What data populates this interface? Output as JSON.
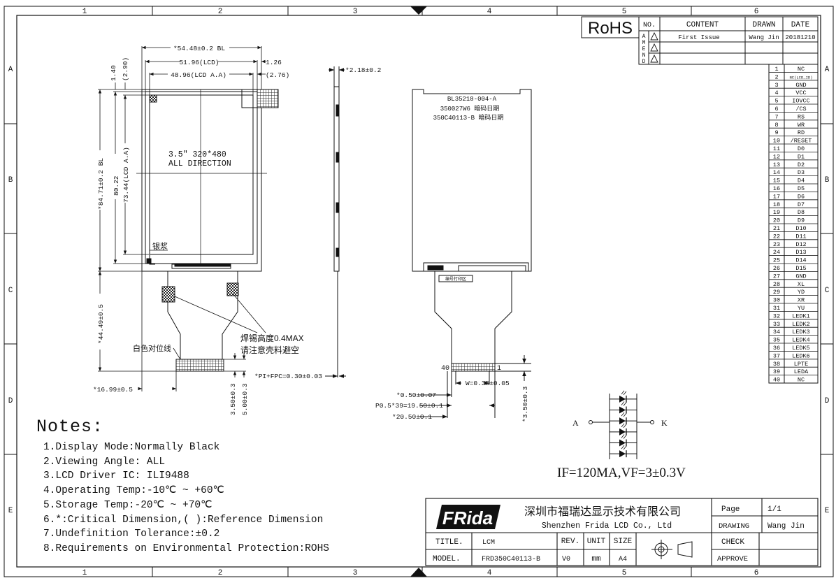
{
  "border": {
    "columns": [
      "1",
      "2",
      "3",
      "4",
      "5",
      "6"
    ],
    "rows": [
      "A",
      "B",
      "C",
      "D",
      "E"
    ]
  },
  "rohs_mark": "RoHS",
  "revision": {
    "headers": {
      "no": "NO.",
      "content": "CONTENT",
      "drawn": "DRAWN",
      "date": "DATE"
    },
    "amend_letters": [
      "A",
      "M",
      "E",
      "N",
      "D"
    ],
    "rows": [
      {
        "content": "First Issue",
        "drawn": "Wang Jin",
        "date": "20181210"
      }
    ]
  },
  "pins": [
    {
      "no": "1",
      "name": "NC"
    },
    {
      "no": "2",
      "name": "NC(LCD_ID)"
    },
    {
      "no": "3",
      "name": "GND"
    },
    {
      "no": "4",
      "name": "VCC"
    },
    {
      "no": "5",
      "name": "IOVCC"
    },
    {
      "no": "6",
      "name": "/CS"
    },
    {
      "no": "7",
      "name": "RS"
    },
    {
      "no": "8",
      "name": "WR"
    },
    {
      "no": "9",
      "name": "RD"
    },
    {
      "no": "10",
      "name": "/RESET"
    },
    {
      "no": "11",
      "name": "D0"
    },
    {
      "no": "12",
      "name": "D1"
    },
    {
      "no": "13",
      "name": "D2"
    },
    {
      "no": "14",
      "name": "D3"
    },
    {
      "no": "15",
      "name": "D4"
    },
    {
      "no": "16",
      "name": "D5"
    },
    {
      "no": "17",
      "name": "D6"
    },
    {
      "no": "18",
      "name": "D7"
    },
    {
      "no": "19",
      "name": "D8"
    },
    {
      "no": "20",
      "name": "D9"
    },
    {
      "no": "21",
      "name": "D10"
    },
    {
      "no": "22",
      "name": "D11"
    },
    {
      "no": "23",
      "name": "D12"
    },
    {
      "no": "24",
      "name": "D13"
    },
    {
      "no": "25",
      "name": "D14"
    },
    {
      "no": "26",
      "name": "D15"
    },
    {
      "no": "27",
      "name": "GND"
    },
    {
      "no": "28",
      "name": "XL"
    },
    {
      "no": "29",
      "name": "YD"
    },
    {
      "no": "30",
      "name": "XR"
    },
    {
      "no": "31",
      "name": "YU"
    },
    {
      "no": "32",
      "name": "LEDK1"
    },
    {
      "no": "33",
      "name": "LEDK2"
    },
    {
      "no": "34",
      "name": "LEDK3"
    },
    {
      "no": "35",
      "name": "LEDK4"
    },
    {
      "no": "36",
      "name": "LEDK5"
    },
    {
      "no": "37",
      "name": "LEDK6"
    },
    {
      "no": "38",
      "name": "LPTE"
    },
    {
      "no": "39",
      "name": "LEDA"
    },
    {
      "no": "40",
      "name": "NC"
    }
  ],
  "front_view": {
    "dim_bl_width": "*54.48±0.2 BL",
    "dim_lcd_width": "51.96(LCD)",
    "dim_aa_width": "48.96(LCD A.A)",
    "dim_right_1": "1.26",
    "dim_right_2": "(2.76)",
    "dim_top_1": "1.40",
    "dim_top_2": "(2.90)",
    "dim_bl_height": "*84.71±0.2 BL",
    "dim_lcd_height": "80.22",
    "dim_aa_height": "73.44(LCD A.A)",
    "dim_fpc_length": "*44.49±0.5",
    "dim_fpc_offset": "*16.99±0.5",
    "dim_bottom_1": "3.50±0.3",
    "dim_bottom_2": "5.00±0.3",
    "panel_size": "3.5\" 320*480",
    "viewing": "ALL DIRECTION",
    "silver_paste": "银浆",
    "white_line": "白色对位线",
    "solder_note_1": "焊锡高度0.4MAX",
    "solder_note_2": "请注意壳料避空"
  },
  "side_view": {
    "dim_thickness": "*2.18±0.2",
    "dim_pi_fpc": "*PI+FPC=0.30±0.03"
  },
  "back_view": {
    "label_1": "BL35218-004-A",
    "label_2": "350027W6  暗码日期",
    "label_3": "350C40113-B  暗码日期",
    "small_label": "编号打印区",
    "pin_40": "40",
    "pin_1": "1",
    "dim_w": "W=0.35±0.05",
    "dim_pitch": "*0.50±0.07",
    "dim_total": "P0.5*39=19.50±0.1",
    "dim_fpc": "*20.50±0.1",
    "dim_tail": "*3.50±0.3"
  },
  "led": {
    "anode": "A",
    "cathode": "K",
    "count": 6,
    "formula": "IF=120MA,VF=3±0.3V"
  },
  "notes": {
    "title": "Notes:",
    "items": [
      "1.Display Mode:Normally Black",
      "2.Viewing Angle: ALL",
      "3.LCD Driver IC: ILI9488",
      "4.Operating Temp:-10℃ ~ +60℃",
      "5.Storage Temp:-20℃ ~ +70℃",
      "6.*:Critical Dimension,( ):Reference Dimension",
      "7.Undefinition Tolerance:±0.2",
      "8.Requirements on Environmental Protection:ROHS"
    ]
  },
  "title_block": {
    "logo": "FRida",
    "company_cn": "深圳市福瑞达显示技术有限公司",
    "company_en": "Shenzhen Frida LCD Co., Ltd",
    "title_label": "TITLE.",
    "title_value": "LCM",
    "model_label": "MODEL.",
    "model_value": "FRD350C40113-B",
    "rev_label": "REV.",
    "rev_value": "V0",
    "unit_label": "UNIT",
    "unit_value": "mm",
    "size_label": "SIZE",
    "size_value": "A4",
    "page_label": "Page",
    "page_value": "1/1",
    "drawing_label": "DRAWING",
    "drawing_value": "Wang Jin",
    "check_label": "CHECK",
    "approve_label": "APPROVE"
  }
}
